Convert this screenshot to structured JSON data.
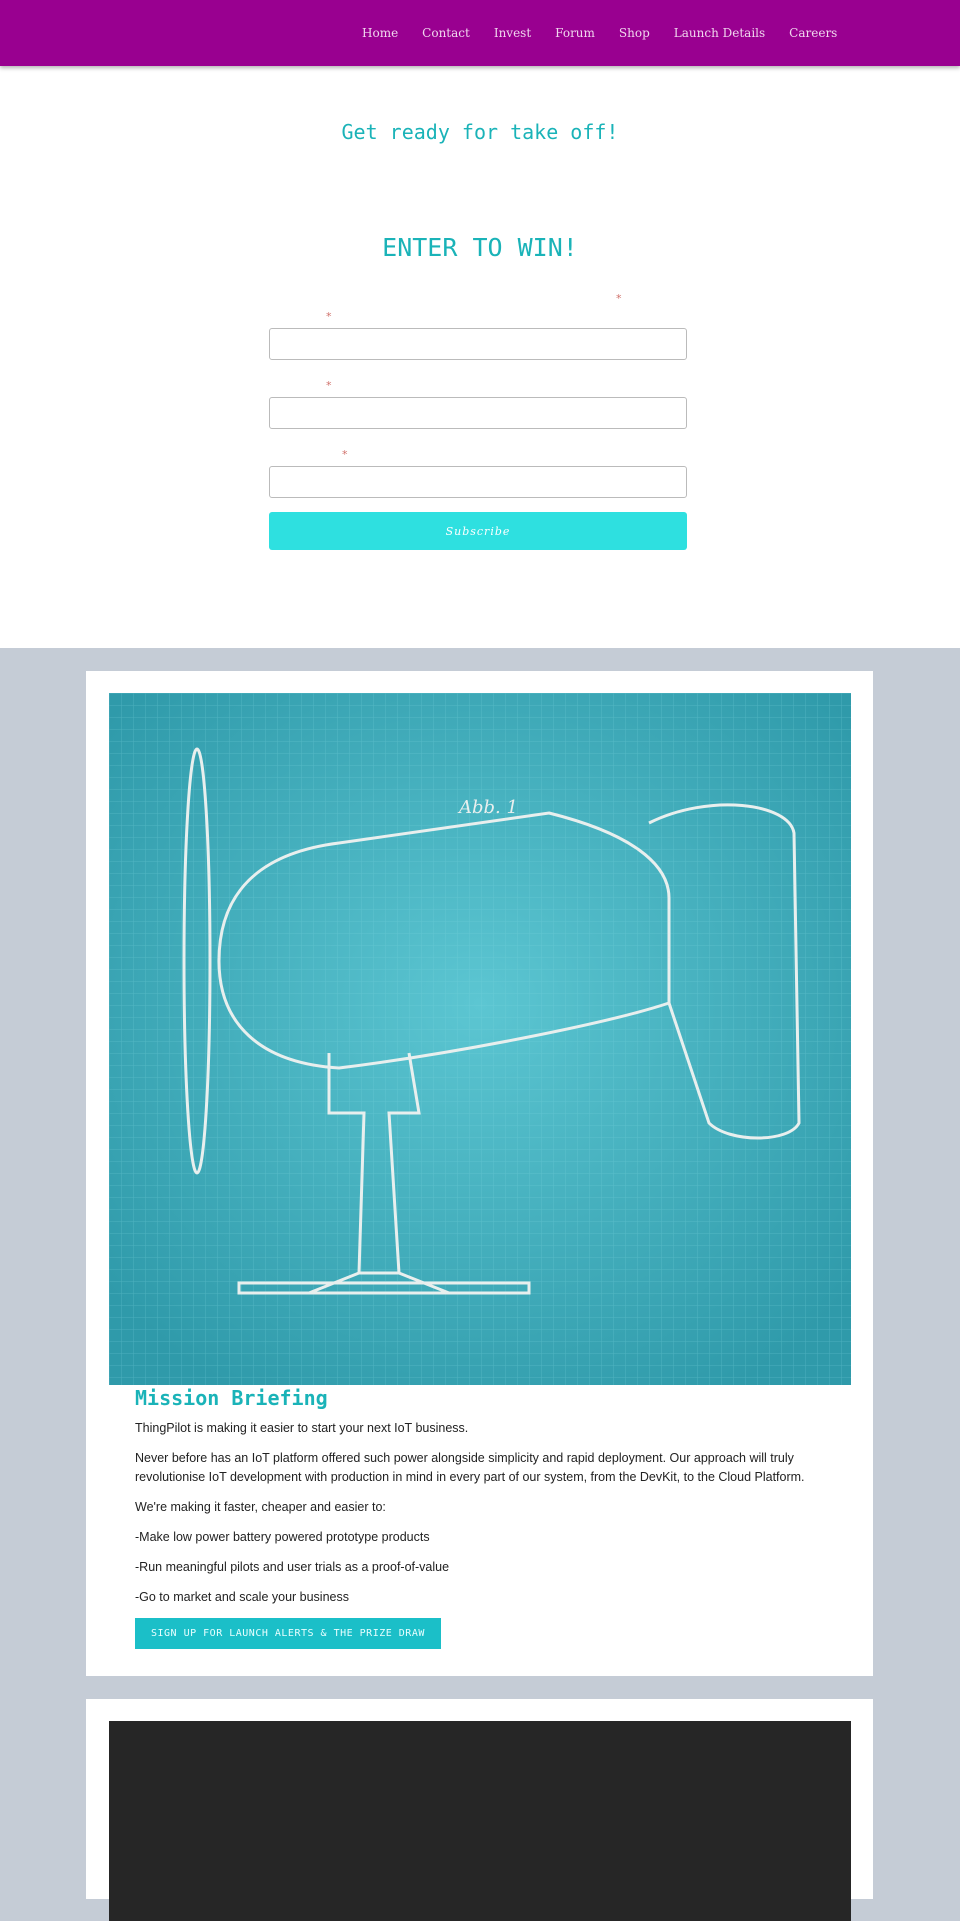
{
  "nav": [
    "Home",
    "Contact",
    "Invest",
    "Forum",
    "Shop",
    "Launch Details",
    "Careers"
  ],
  "hero": {
    "tagline": "Get ready for take off!",
    "heading": "ENTER TO WIN!",
    "required_mark": "*",
    "subscribe": "Subscribe"
  },
  "mission": {
    "title": "Mission Briefing",
    "paragraphs": [
      "ThingPilot is making it easier to start your next IoT business.",
      "Never before has an IoT platform offered such power alongside simplicity and rapid deployment. Our approach will truly revolutionise IoT development with production in mind in every part of our system, from the DevKit, to the Cloud Platform.",
      "We're making it faster, cheaper and easier to:",
      "-Make low power battery powered prototype products",
      "-Run meaningful pilots and user trials as a proof-of-value",
      "-Go to market and scale your business"
    ],
    "cta": "SIGN UP FOR LAUNCH ALERTS & THE PRIZE DRAW",
    "image_label": "Abb. 1"
  },
  "colors": {
    "header": "#990090",
    "accent": "#1ab3b8",
    "button": "#2ee0e0"
  }
}
